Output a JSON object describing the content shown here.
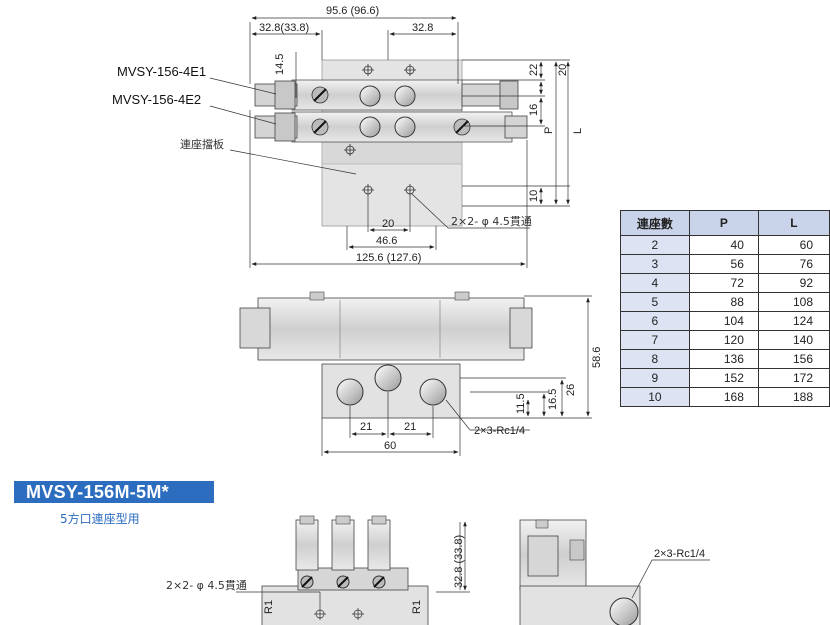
{
  "top_view": {
    "dim_total_top": "95.6 (96.6)",
    "dim_left_offset": "32.8(33.8)",
    "dim_right_offset": "32.8",
    "dim_14_5": "14.5",
    "dim_22": "22",
    "dim_20_right": "20",
    "dim_16": "16",
    "dim_P": "P",
    "dim_L": "L",
    "dim_10_bottom": "10",
    "dim_20_bottom": "20",
    "dim_46_6": "46.6",
    "dim_125_6": "125.6 (127.6)",
    "label_4e1": "MVSY-156-4E1",
    "label_4e2": "MVSY-156-4E2",
    "label_plate": "連座擋板",
    "label_holes": "2×2- φ 4.5貫通"
  },
  "side_view": {
    "dim_58_6": "58.6",
    "dim_26": "26",
    "dim_16_5": "16.5",
    "dim_11_5": "11.5",
    "dim_21_left": "21",
    "dim_21_right": "21",
    "dim_60": "60",
    "label_ports": "2×3-Rc1/4"
  },
  "table": {
    "headers": [
      "連座數",
      "P",
      "L"
    ],
    "rows": [
      [
        "2",
        "40",
        "60"
      ],
      [
        "3",
        "56",
        "76"
      ],
      [
        "4",
        "72",
        "92"
      ],
      [
        "5",
        "88",
        "108"
      ],
      [
        "6",
        "104",
        "124"
      ],
      [
        "7",
        "120",
        "140"
      ],
      [
        "8",
        "136",
        "156"
      ],
      [
        "9",
        "152",
        "172"
      ],
      [
        "10",
        "168",
        "188"
      ]
    ]
  },
  "section": {
    "title": "MVSY-156M-5M*",
    "subtitle": "5方口連座型用"
  },
  "bottom_view": {
    "label_holes": "2×2- φ 4.5貫通",
    "dim_vertical": "32.8 (33.8)",
    "label_r1_left": "R1",
    "label_r1_right": "R1",
    "label_ports": "2×3-Rc1/4"
  }
}
